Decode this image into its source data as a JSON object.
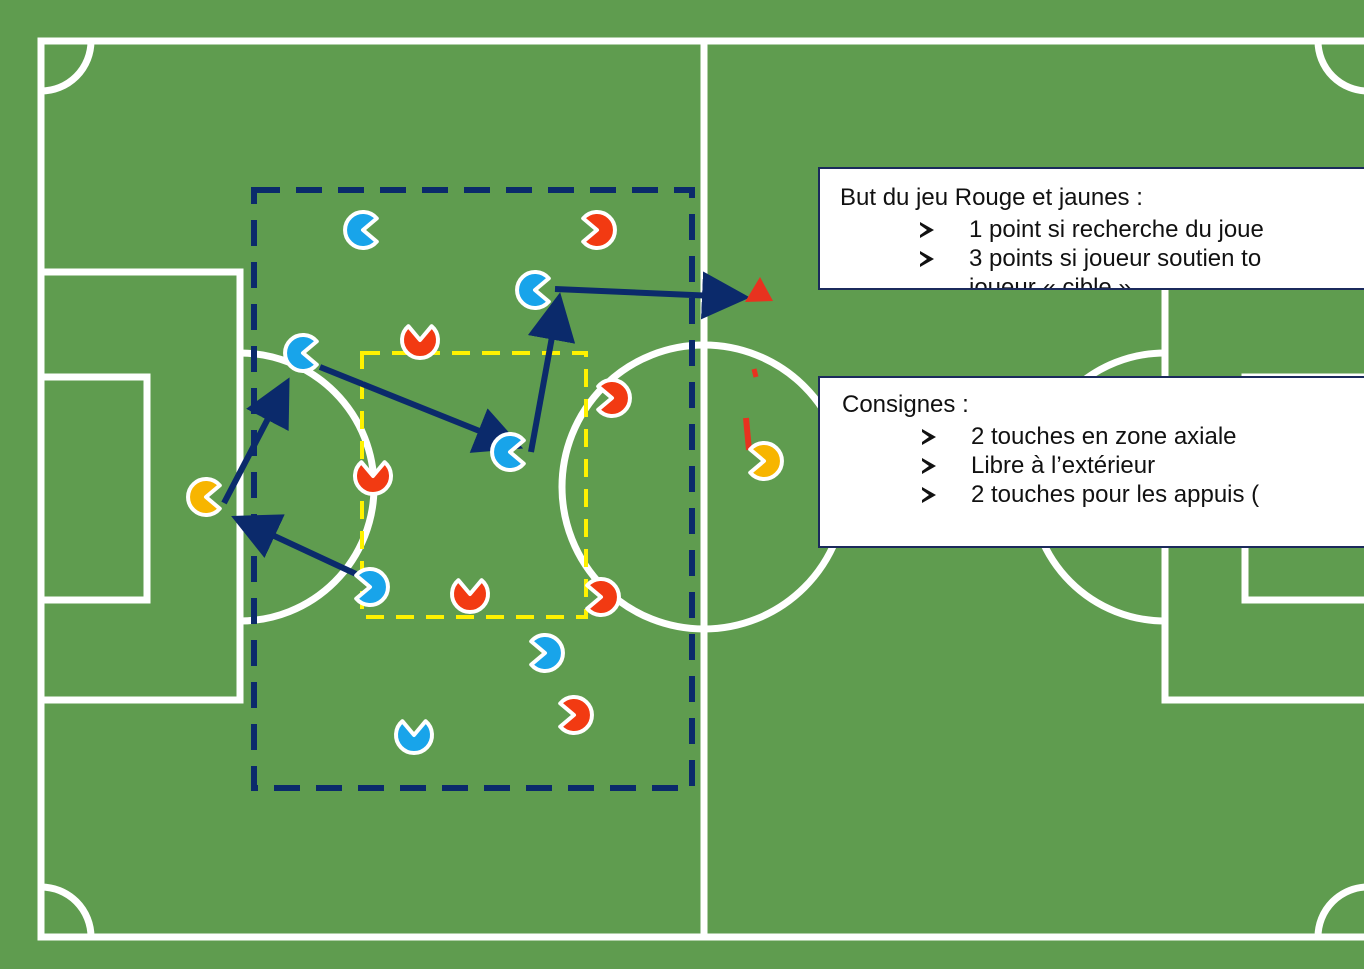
{
  "colors": {
    "pitch": "#5f9c4f",
    "lines": "#ffffff",
    "zone_outer": "#0b2a6b",
    "zone_axial": "#fff200",
    "pass_arrow": "#0b2a6b",
    "team_blue": "#18a4ea",
    "team_red": "#f23a12",
    "support_yellow": "#f7b500",
    "run_arrow": "#e8321f"
  },
  "players": [
    {
      "team": "blue",
      "facing": "right"
    },
    {
      "team": "red",
      "facing": "left"
    },
    {
      "team": "blue",
      "facing": "right"
    },
    {
      "team": "red",
      "facing": "up"
    },
    {
      "team": "blue",
      "facing": "right"
    },
    {
      "team": "red",
      "facing": "left"
    },
    {
      "team": "blue",
      "facing": "right"
    },
    {
      "team": "red",
      "facing": "up"
    },
    {
      "team": "yellow",
      "facing": "right"
    },
    {
      "team": "blue",
      "facing": "left"
    },
    {
      "team": "red",
      "facing": "up"
    },
    {
      "team": "red",
      "facing": "left"
    },
    {
      "team": "blue",
      "facing": "left"
    },
    {
      "team": "red",
      "facing": "left"
    },
    {
      "team": "blue",
      "facing": "up"
    },
    {
      "team": "yellow",
      "facing": "left"
    }
  ],
  "goal_box": {
    "title": "But du jeu Rouge et jaunes :",
    "items": [
      "1 point si recherche du joue",
      "3 points si joueur soutien to"
    ],
    "continuation": "joueur « cible »"
  },
  "rules_box": {
    "title": "Consignes :",
    "items": [
      "2 touches en zone axiale",
      "Libre à l’extérieur",
      "2 touches pour les appuis ("
    ]
  }
}
